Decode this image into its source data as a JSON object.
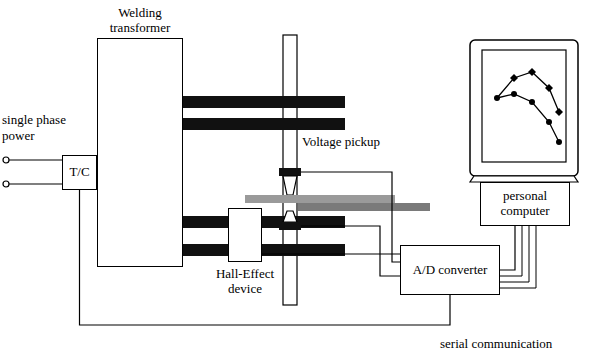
{
  "diagram": {
    "nodes": [
      {
        "text": [
          "T/C"
        ]
      },
      {
        "text": [
          "Welding transformer"
        ]
      },
      {
        "text": [
          "Hall-Effect device"
        ]
      },
      {
        "text": [
          "A/D converter"
        ]
      },
      {
        "text": [
          "personal computer"
        ]
      }
    ],
    "edges": [
      {
        "from": 0,
        "to": 1,
        "arrow": "none"
      },
      {
        "from": 2,
        "to": 3,
        "arrow": "none"
      },
      {
        "from": 3,
        "to": 4,
        "arrow": "none"
      },
      {
        "from": 0,
        "to": 3,
        "label": "serial communication",
        "arrow": "none"
      }
    ],
    "labels": [
      "single phase power",
      "Voltage pickup"
    ]
  }
}
